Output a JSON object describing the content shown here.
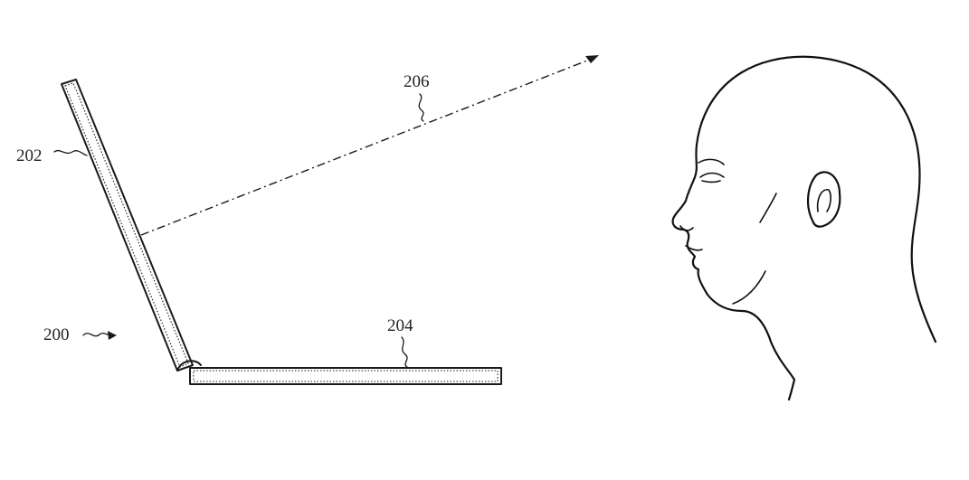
{
  "figure": {
    "labels": {
      "device": "200",
      "display": "202",
      "base": "204",
      "gaze": "206"
    }
  }
}
